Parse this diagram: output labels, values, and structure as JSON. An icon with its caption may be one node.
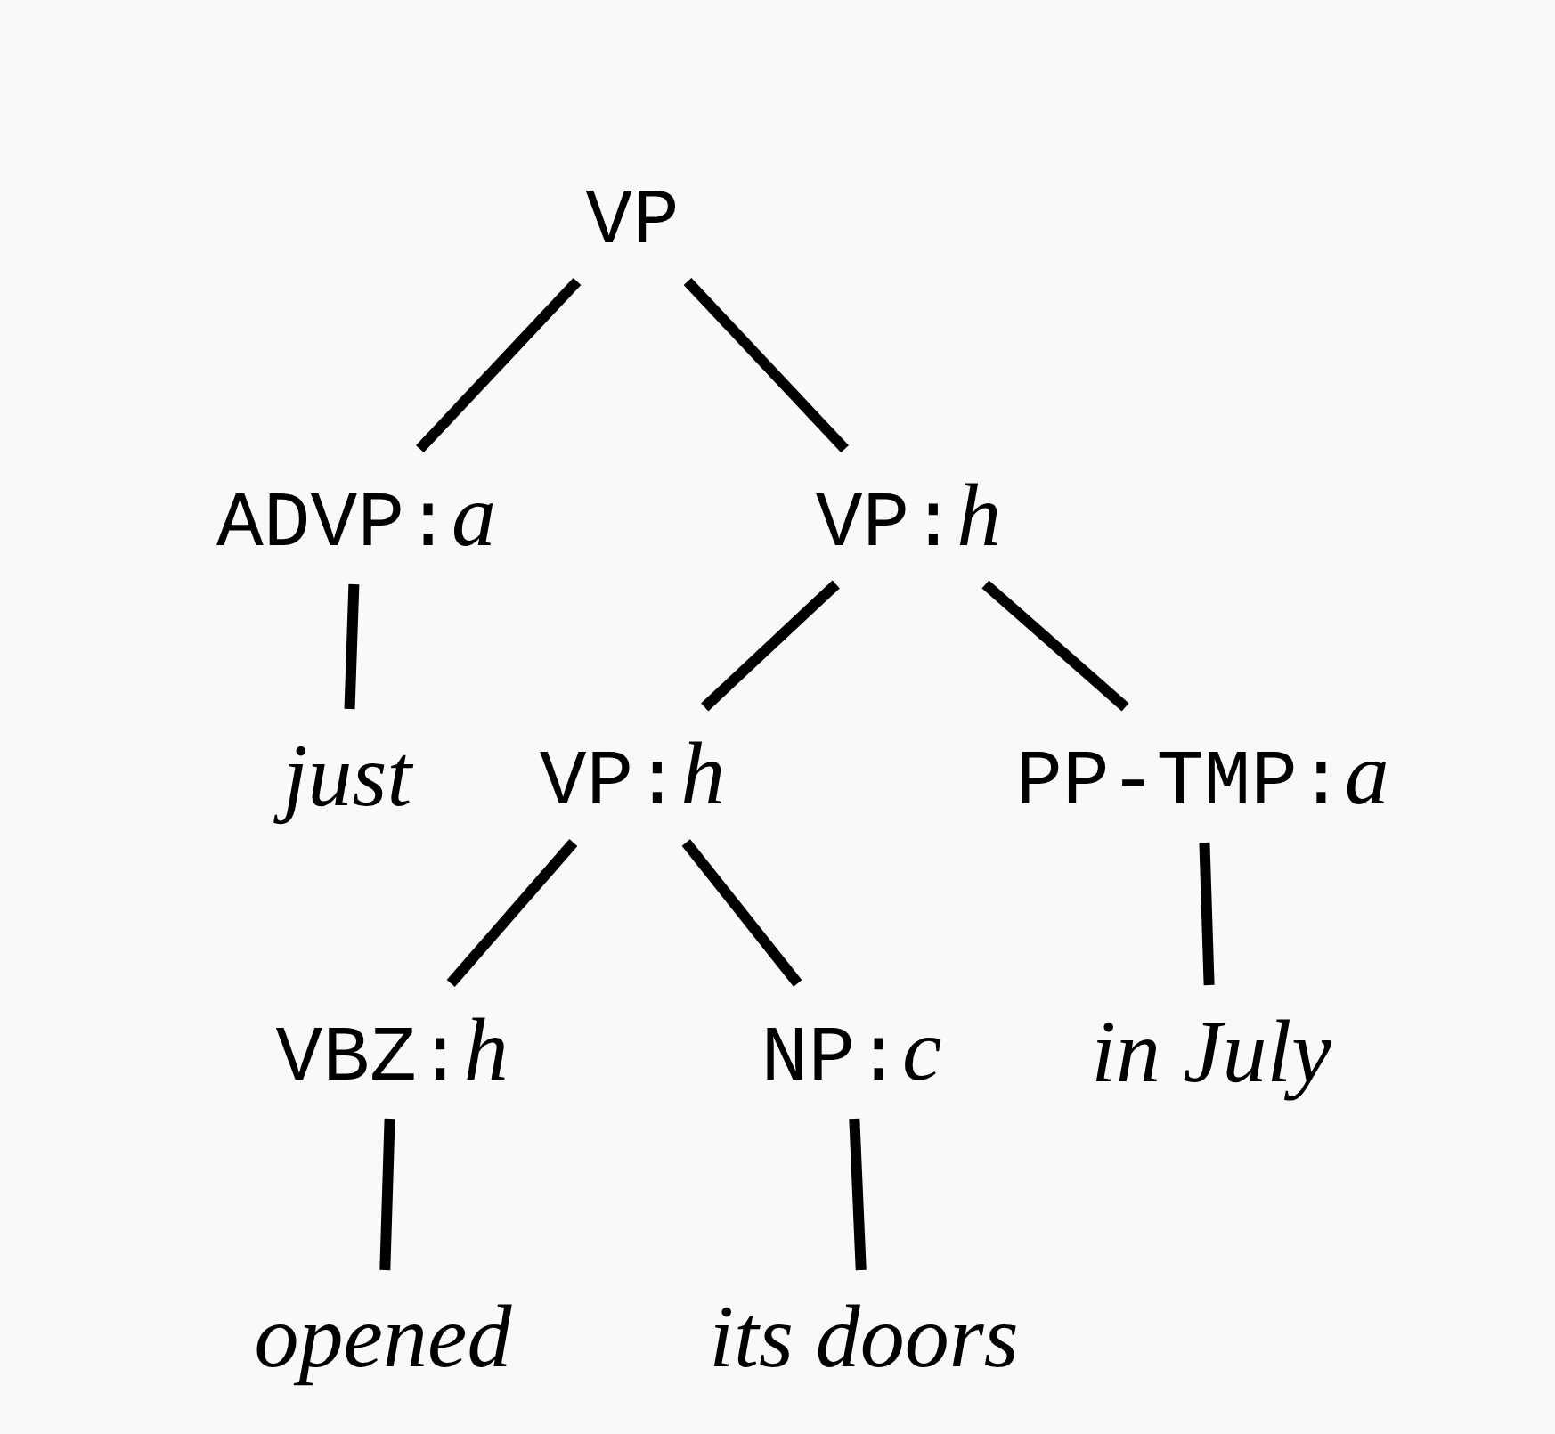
{
  "diagram": {
    "nodes": [
      {
        "text": [
          "VP"
        ]
      },
      {
        "text": [
          "ADVP:*a*"
        ]
      },
      {
        "text": [
          "VP:*h*"
        ]
      },
      {
        "text": [
          "just"
        ]
      },
      {
        "text": [
          "VP:*h*"
        ]
      },
      {
        "text": [
          "PP-TMP:*a*"
        ]
      },
      {
        "text": [
          "VBZ:*h*"
        ]
      },
      {
        "text": [
          "NP:*c*"
        ]
      },
      {
        "text": [
          "in July"
        ]
      },
      {
        "text": [
          "opened"
        ]
      },
      {
        "text": [
          "its doors"
        ]
      }
    ],
    "edges": [
      {
        "from": 0,
        "to": 1,
        "arrow": "none"
      },
      {
        "from": 0,
        "to": 2,
        "arrow": "none"
      },
      {
        "from": 1,
        "to": 3,
        "arrow": "none"
      },
      {
        "from": 2,
        "to": 4,
        "arrow": "none"
      },
      {
        "from": 2,
        "to": 5,
        "arrow": "none"
      },
      {
        "from": 4,
        "to": 6,
        "arrow": "none"
      },
      {
        "from": 4,
        "to": 7,
        "arrow": "none"
      },
      {
        "from": 5,
        "to": 8,
        "arrow": "none"
      },
      {
        "from": 6,
        "to": 9,
        "arrow": "none"
      },
      {
        "from": 7,
        "to": 10,
        "arrow": "none"
      }
    ]
  }
}
